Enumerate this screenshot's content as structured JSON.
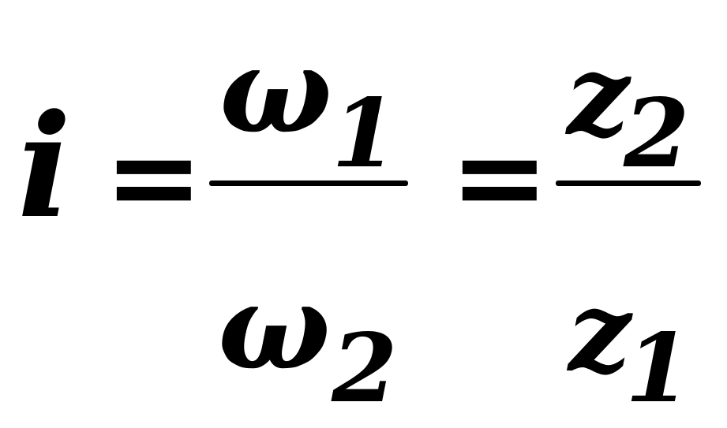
{
  "formula": {
    "lhs": "i",
    "equals": "=",
    "fraction_1": {
      "numerator": {
        "base": "ω",
        "subscript": "1"
      },
      "denominator": {
        "base": "ω",
        "subscript": "2"
      }
    },
    "fraction_2": {
      "numerator": {
        "base": "z",
        "subscript": "2"
      },
      "denominator": {
        "base": "z",
        "subscript": "1"
      }
    }
  }
}
